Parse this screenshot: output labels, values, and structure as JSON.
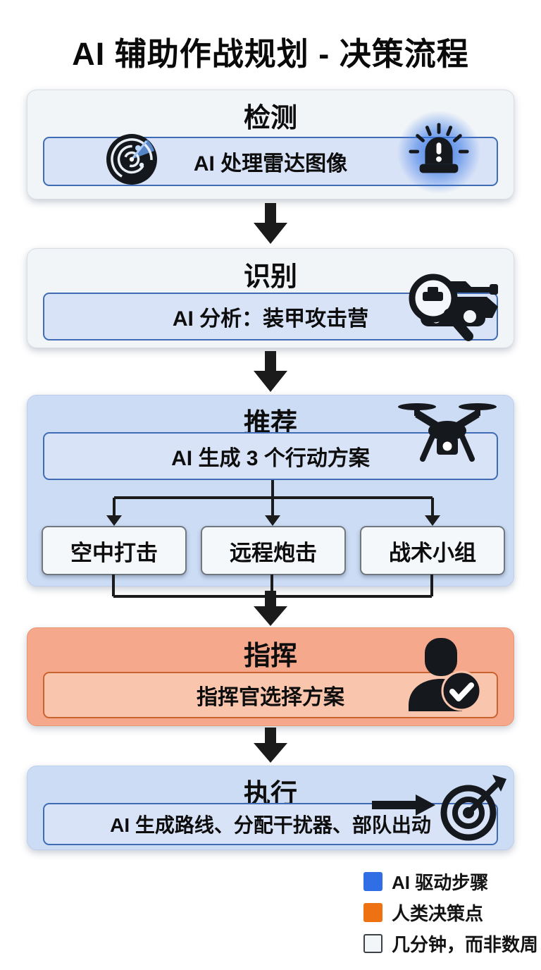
{
  "title": "AI 辅助作战规划 - 决策流程",
  "stages": [
    {
      "id": "detect",
      "title": "检测",
      "detail": "AI 处理雷达图像"
    },
    {
      "id": "identify",
      "title": "识别",
      "detail": "AI 分析：装甲攻击营"
    },
    {
      "id": "recommend",
      "title": "推荐",
      "detail": "AI 生成 3 个行动方案",
      "options": [
        {
          "label": "空中打击"
        },
        {
          "label": "远程炮击"
        },
        {
          "label": "战术小组"
        }
      ]
    },
    {
      "id": "command",
      "title": "指挥",
      "detail": "指挥官选择方案"
    },
    {
      "id": "execute",
      "title": "执行",
      "detail": "AI 生成路线、分配干扰器、部队出动"
    }
  ],
  "icons": {
    "detect_left": "radar-icon",
    "detect_right": "alert-siren-icon",
    "identify_right": "magnifier-tank-icon",
    "recommend_right": "drone-icon",
    "command_right": "commander-check-icon",
    "execute_right": "target-arrow-icon"
  },
  "legend": {
    "items": [
      {
        "label": "AI 驱动步骤",
        "color": "#2f6ee4"
      },
      {
        "label": "人类决策点",
        "color": "#ee7112"
      },
      {
        "label": "几分钟，而非数周",
        "color": "#f3f6f9"
      }
    ]
  },
  "colors": {
    "ai_stage_fill": "#cbdcf4",
    "human_stage_fill": "#f6a88c",
    "neutral_stage_fill": "#f2f5f8",
    "inner_blue_fill": "#d9e3f7",
    "inner_blue_border": "#3f6cb5",
    "inner_orange_fill": "#f9c5ad",
    "inner_orange_border": "#c9632f",
    "arrow": "#1b1b1b"
  }
}
